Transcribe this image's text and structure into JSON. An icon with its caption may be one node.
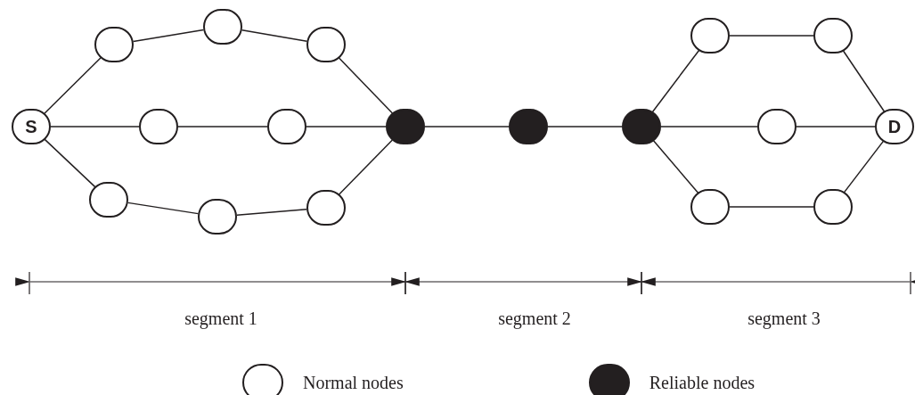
{
  "diagram": {
    "nodes": [
      {
        "text": [
          "S"
        ]
      },
      {
        "text": [],
        "shape": "circle"
      },
      {
        "text": [],
        "shape": "circle"
      },
      {
        "text": [],
        "shape": "circle"
      },
      {
        "text": [],
        "shape": "circle"
      },
      {
        "text": [],
        "shape": "circle"
      },
      {
        "text": [],
        "shape": "circle"
      },
      {
        "text": [],
        "shape": "circle"
      },
      {
        "text": [],
        "shape": "circle"
      },
      {
        "text": [],
        "shape": "disc"
      },
      {
        "text": [],
        "shape": "disc"
      },
      {
        "text": [],
        "shape": "disc"
      },
      {
        "text": [],
        "shape": "circle"
      },
      {
        "text": [],
        "shape": "circle"
      },
      {
        "text": [],
        "shape": "circle"
      },
      {
        "text": [],
        "shape": "circle"
      },
      {
        "text": [],
        "shape": "circle"
      },
      {
        "text": [
          "D"
        ]
      }
    ],
    "edges": [
      {
        "from": 0,
        "to": 1,
        "arrow": "none"
      },
      {
        "from": 1,
        "to": 2,
        "arrow": "none"
      },
      {
        "from": 2,
        "to": 3,
        "arrow": "none"
      },
      {
        "from": 3,
        "to": 9,
        "arrow": "none"
      },
      {
        "from": 0,
        "to": 4,
        "arrow": "none"
      },
      {
        "from": 4,
        "to": 5,
        "arrow": "none"
      },
      {
        "from": 5,
        "to": 9,
        "arrow": "none"
      },
      {
        "from": 0,
        "to": 6,
        "arrow": "none"
      },
      {
        "from": 6,
        "to": 7,
        "arrow": "none"
      },
      {
        "from": 7,
        "to": 8,
        "arrow": "none"
      },
      {
        "from": 8,
        "to": 9,
        "arrow": "none"
      },
      {
        "from": 9,
        "to": 10,
        "arrow": "none"
      },
      {
        "from": 10,
        "to": 11,
        "arrow": "none"
      },
      {
        "from": 11,
        "to": 12,
        "arrow": "none"
      },
      {
        "from": 12,
        "to": 13,
        "arrow": "none"
      },
      {
        "from": 13,
        "to": 17,
        "arrow": "none"
      },
      {
        "from": 11,
        "to": 14,
        "arrow": "none"
      },
      {
        "from": 14,
        "to": 17,
        "arrow": "none"
      },
      {
        "from": 11,
        "to": 15,
        "arrow": "none"
      },
      {
        "from": 15,
        "to": 16,
        "arrow": "none"
      },
      {
        "from": 16,
        "to": 17,
        "arrow": "none"
      }
    ],
    "labels": [
      "segment 1",
      "segment 2",
      "segment 3"
    ],
    "legend": [
      {
        "text": "Normal nodes",
        "color": "#ffffff"
      },
      {
        "text": "Reliable nodes",
        "color": "#231f20"
      }
    ]
  }
}
